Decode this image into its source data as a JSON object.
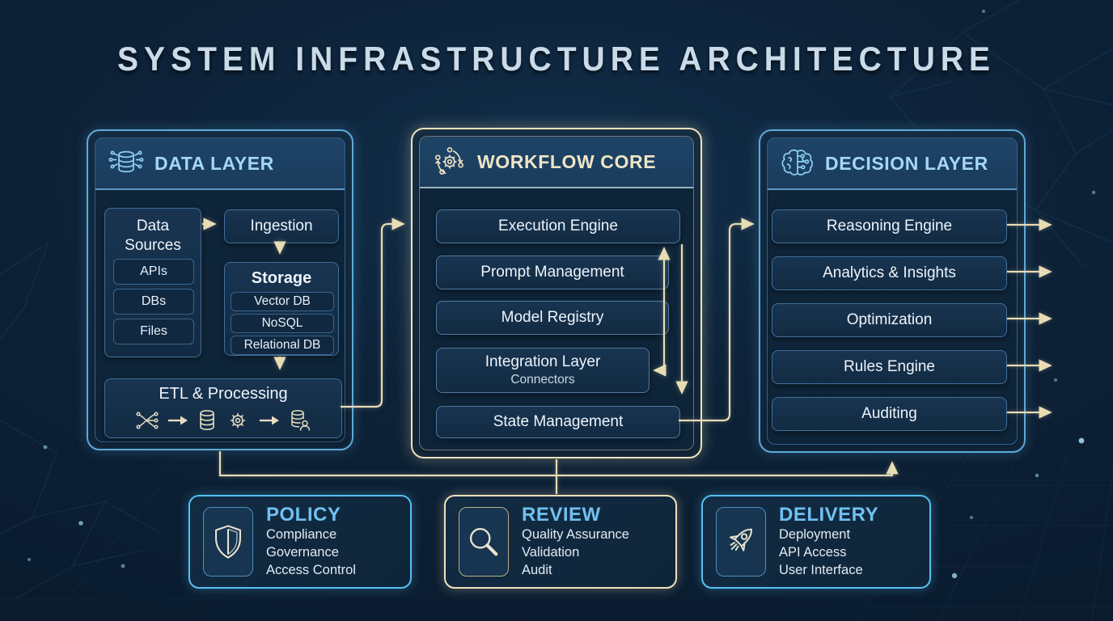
{
  "title": "SYSTEM INFRASTRUCTURE ARCHITECTURE",
  "colors": {
    "background": "#0b1c2f",
    "panel_border_blue": "#5ea9d9",
    "panel_border_cream": "#eee1bb",
    "header_bg": "#1c4064",
    "header_text_blue": "#a5d7f5",
    "header_text_cream": "#efe5c6",
    "node_text": "#eef4fb",
    "arrow": "#e8dcb4",
    "bottom_border_blue": "#55c0f1",
    "bottom_title_text": "#6fc1f1"
  },
  "panels": {
    "data_layer": {
      "title": "DATA LAYER",
      "icon": "database-network-icon",
      "data_sources": {
        "title": "Data Sources",
        "items": [
          "APIs",
          "DBs",
          "Files"
        ]
      },
      "ingestion": {
        "label": "Ingestion"
      },
      "storage": {
        "title": "Storage",
        "items": [
          "Vector DB",
          "NoSQL",
          "Relational DB"
        ]
      },
      "etl": {
        "title": "ETL & Processing",
        "icons": [
          "split-icon",
          "arrow-right-icon",
          "database-icon",
          "gear-icon",
          "arrow-right-icon",
          "database-user-icon"
        ]
      }
    },
    "workflow_core": {
      "title": "WORKFLOW CORE",
      "icon": "process-gear-icon",
      "items": [
        "Execution Engine",
        "Prompt Management",
        "Model Registry"
      ],
      "integration": {
        "title": "Integration Layer",
        "subtitle": "Connectors"
      },
      "state": {
        "label": "State Management"
      }
    },
    "decision_layer": {
      "title": "DECISION LAYER",
      "icon": "brain-circuit-icon",
      "items": [
        "Reasoning Engine",
        "Analytics & Insights",
        "Optimization",
        "Rules Engine",
        "Auditing"
      ]
    }
  },
  "bottom_boxes": [
    {
      "title": "POLICY",
      "icon": "shield-icon",
      "lines": [
        "Compliance",
        "Governance",
        "Access Control"
      ]
    },
    {
      "title": "REVIEW",
      "icon": "magnifier-icon",
      "lines": [
        "Quality Assurance",
        "Validation",
        "Audit"
      ]
    },
    {
      "title": "DELIVERY",
      "icon": "rocket-icon",
      "lines": [
        "Deployment",
        "API Access",
        "User Interface"
      ]
    }
  ]
}
